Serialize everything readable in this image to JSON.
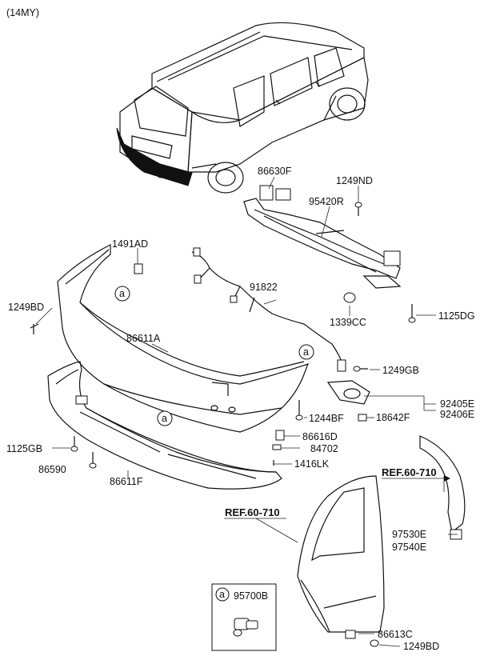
{
  "model_year": "(14MY)",
  "labels": {
    "l86630F": "86630F",
    "l1249ND": "1249ND",
    "l95420R": "95420R",
    "l1491AD": "1491AD",
    "l91822": "91822",
    "l1249BD_top": "1249BD",
    "l1339CC": "1339CC",
    "l1125DG": "1125DG",
    "l86611A": "86611A",
    "l1249GB": "1249GB",
    "l92405E": "92405E",
    "l92406E": "92406E",
    "l18642F": "18642F",
    "l1244BF": "1244BF",
    "l86616D": "86616D",
    "l84702": "84702",
    "l1125GB": "1125GB",
    "l86590": "86590",
    "l86611F": "86611F",
    "l1416LK": "1416LK",
    "ref_right": "REF.60-710",
    "ref_left": "REF.60-710",
    "l97530E": "97530E",
    "l97540E": "97540E",
    "l95700B": "95700B",
    "l86613C": "86613C",
    "l1249BD_bottom": "1249BD"
  },
  "callouts": {
    "a1": "a",
    "a2": "a",
    "a3": "a",
    "a_box": "a"
  }
}
